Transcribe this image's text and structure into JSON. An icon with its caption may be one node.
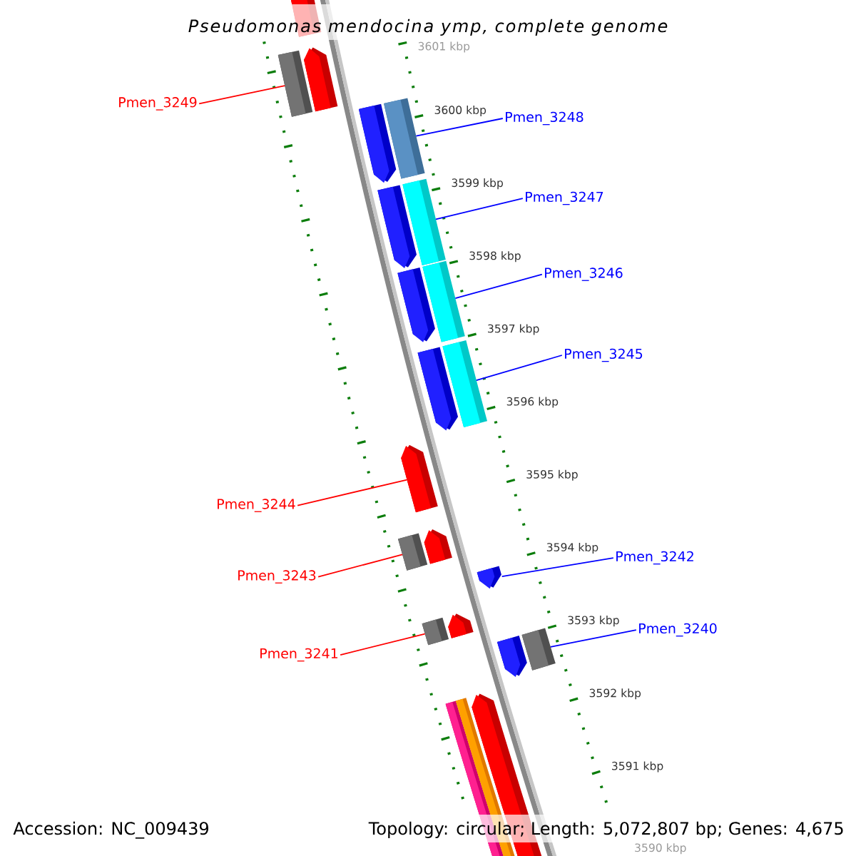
{
  "diagram": {
    "title": "Pseudomonas mendocina ymp, complete genome",
    "nodes": [
      {
        "text": [
          "Pmen_3249"
        ]
      },
      {
        "text": [
          "Pmen_3248"
        ]
      },
      {
        "text": [
          "Pmen_3247"
        ]
      },
      {
        "text": [
          "Pmen_3246"
        ]
      },
      {
        "text": [
          "Pmen_3245"
        ]
      },
      {
        "text": [
          "Pmen_3244"
        ]
      },
      {
        "text": [
          "Pmen_3242"
        ]
      },
      {
        "text": [
          "Pmen_3243"
        ]
      },
      {
        "text": [
          "Pmen_3240"
        ]
      },
      {
        "text": [
          "Pmen_3241"
        ]
      },
      {
        "text": [],
        "shape": "bar"
      },
      {
        "text": [],
        "shape": "bar"
      },
      {
        "text": [],
        "shape": "pentagon"
      },
      {
        "text": [],
        "shape": "pentagon"
      },
      {
        "text": [],
        "shape": "bar"
      },
      {
        "text": [],
        "shape": "pentagon"
      },
      {
        "text": [],
        "shape": "bar"
      },
      {
        "text": [],
        "shape": "pentagon"
      },
      {
        "text": [],
        "shape": "bar"
      },
      {
        "text": [],
        "shape": "pentagon"
      },
      {
        "text": [],
        "shape": "bar"
      },
      {
        "text": [],
        "shape": "pentagon"
      },
      {
        "text": [],
        "shape": "bar"
      },
      {
        "text": [],
        "shape": "pentagon"
      },
      {
        "text": [],
        "shape": "pentagon"
      },
      {
        "text": [],
        "shape": "bar"
      },
      {
        "text": [],
        "shape": "pentagon"
      },
      {
        "text": [],
        "shape": "pentagon"
      },
      {
        "text": [],
        "shape": "bar"
      },
      {
        "text": [],
        "shape": "bar"
      },
      {
        "text": [],
        "shape": "bar"
      },
      {
        "text": [],
        "shape": "pentagon"
      }
    ],
    "edges": [
      {
        "from": 0,
        "to": 11,
        "arrow": "none",
        "color": "#ff0000"
      },
      {
        "from": 1,
        "to": 14,
        "arrow": "none"
      },
      {
        "from": 2,
        "to": 16,
        "arrow": "none"
      },
      {
        "from": 3,
        "to": 18,
        "arrow": "none"
      },
      {
        "from": 4,
        "to": 20,
        "arrow": "none"
      },
      {
        "from": 5,
        "to": 21,
        "arrow": "none",
        "color": "#ff0000"
      },
      {
        "from": 6,
        "to": 24,
        "arrow": "none"
      },
      {
        "from": 7,
        "to": 22,
        "arrow": "none",
        "color": "#ff0000"
      },
      {
        "from": 8,
        "to": 28,
        "arrow": "none"
      },
      {
        "from": 9,
        "to": 25,
        "arrow": "none",
        "color": "#ff0000"
      }
    ],
    "labels": [
      "3601 kbp",
      "3600 kbp",
      "3599 kbp",
      "3598 kbp",
      "3597 kbp",
      "3596 kbp",
      "3595 kbp",
      "3594 kbp",
      "3593 kbp",
      "3592 kbp",
      "3591 kbp",
      "3590 kbp",
      "Accession: NC_009439",
      "Topology: circular; Length: 5,072,807 bp; Genes: 4,675"
    ]
  }
}
